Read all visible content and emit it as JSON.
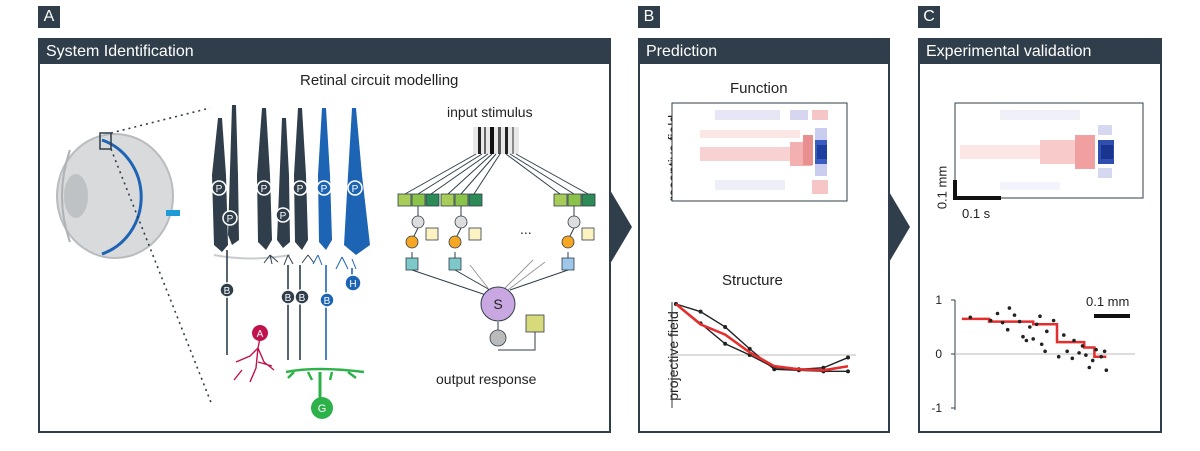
{
  "panel_a": {
    "letter": "A",
    "header": "System Identification",
    "subtitle": "Retinal circuit modelling",
    "input_label": "input stimulus",
    "output_label": "output response",
    "ellipsis": "...",
    "sum_label": "S",
    "cell_labels": {
      "photoreceptor": "P",
      "bipolar": "B",
      "horizontal": "H",
      "amacrine": "A",
      "ganglion": "G"
    }
  },
  "panel_b": {
    "letter": "B",
    "header": "Prediction",
    "function_title": "Function",
    "function_ylabel": "receptive field",
    "structure_title": "Structure",
    "structure_ylabel": "projective field"
  },
  "panel_c": {
    "letter": "C",
    "header": "Experimental validation",
    "scale_v": "0.1 mm",
    "scale_h": "0.1 s",
    "scale_mm": "0.1 mm",
    "ytick_labels": [
      "1",
      "0",
      "-1"
    ]
  },
  "colors": {
    "dark": "#2f3e4a",
    "blue": "#1e64b4",
    "red": "#e52d2d",
    "magenta": "#c0134d",
    "green": "#2db24a"
  },
  "chart_data": [
    {
      "type": "line",
      "title": "Structure",
      "ylabel": "projective field",
      "x": [
        0,
        1,
        2,
        3,
        4,
        5,
        6,
        7
      ],
      "series": [
        {
          "values": [
            1.0,
            0.62,
            0.22,
            0.0,
            -0.25,
            -0.28,
            -0.25,
            -0.05
          ]
        },
        {
          "values": [
            1.0,
            0.85,
            0.55,
            0.12,
            -0.28,
            -0.3,
            -0.32,
            -0.32
          ]
        },
        {
          "values": [
            1.0,
            0.6,
            0.4,
            0.05,
            -0.22,
            -0.28,
            -0.3,
            -0.22
          ]
        }
      ]
    },
    {
      "type": "scatter",
      "ylim": [
        -1,
        1
      ],
      "yticks": [
        1,
        0,
        -1
      ],
      "points_x": [
        0.45,
        1.05,
        1.25,
        1.4,
        1.55,
        1.6,
        1.75,
        1.9,
        2.0,
        2.1,
        2.2,
        2.3,
        2.4,
        2.5,
        2.55,
        2.65,
        2.7,
        2.9,
        3.05,
        3.2,
        3.3,
        3.45,
        3.5,
        3.65,
        3.75,
        3.85,
        3.95,
        4.05,
        4.15,
        4.3,
        4.4,
        4.45
      ],
      "points_y": [
        0.68,
        0.62,
        0.75,
        0.58,
        0.45,
        0.85,
        0.72,
        0.6,
        0.32,
        0.25,
        0.5,
        0.28,
        0.55,
        0.7,
        0.18,
        0.05,
        0.42,
        0.62,
        -0.05,
        0.35,
        0.05,
        -0.08,
        0.25,
        0.02,
        0.15,
        -0.02,
        -0.25,
        -0.12,
        0.08,
        -0.05,
        0.05,
        -0.3
      ],
      "step_x": [
        0.2,
        1.0,
        1.0,
        2.3,
        2.3,
        3.0,
        3.0,
        3.8,
        3.8,
        4.1,
        4.1,
        4.45
      ],
      "step_y": [
        0.65,
        0.65,
        0.6,
        0.6,
        0.55,
        0.55,
        0.22,
        0.22,
        0.12,
        0.12,
        -0.05,
        -0.05
      ]
    }
  ]
}
